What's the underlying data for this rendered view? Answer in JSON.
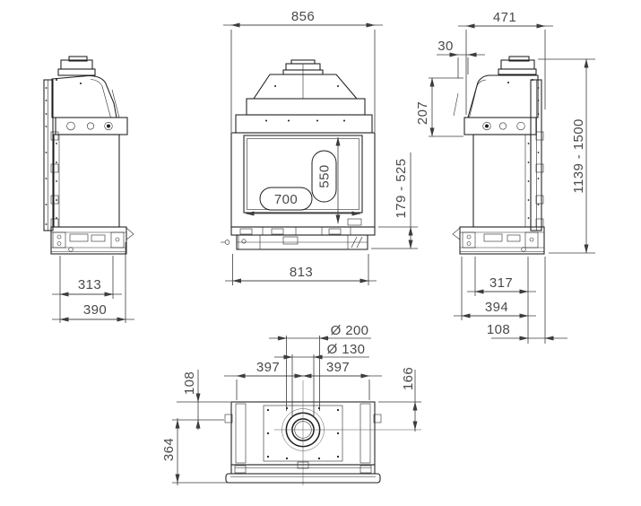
{
  "colors": {
    "line": "#1d1d1d",
    "dimension_line": "#3c3c3c",
    "dimension_text": "#4a4a4a",
    "background": "#ffffff"
  },
  "dims": {
    "left": {
      "d313": "313",
      "d390": "390"
    },
    "front": {
      "w856": "856",
      "w700": "700",
      "h550": "550",
      "w813": "813",
      "h_range": "179 - 525"
    },
    "right": {
      "w471": "471",
      "d30": "30",
      "d207": "207",
      "h_range": "1139 - 1500",
      "d317": "317",
      "d394": "394",
      "d108": "108"
    },
    "top": {
      "dia200": "Ø 200",
      "dia130": "Ø 130",
      "d397l": "397",
      "d397r": "397",
      "d108": "108",
      "d166": "166",
      "d364": "364"
    }
  }
}
